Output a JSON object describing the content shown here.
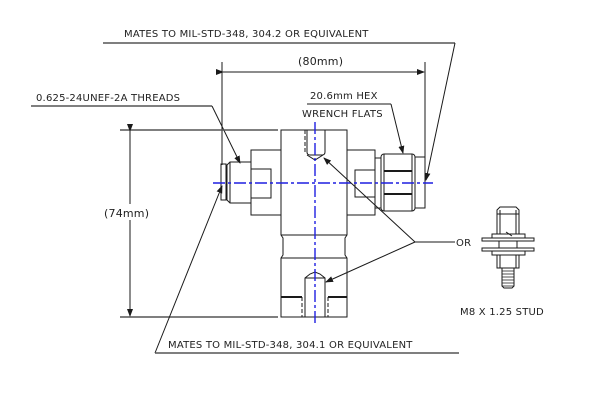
{
  "drawing": {
    "callouts": {
      "top_mating": "MATES TO MIL-STD-348, 304.2 OR EQUIVALENT",
      "bottom_mating": "MATES TO MIL-STD-348, 304.1 OR EQUIVALENT",
      "threads": "0.625-24UNEF-2A THREADS",
      "hex_line1": "20.6mm HEX",
      "hex_line2": "WRENCH FLATS",
      "or_label": "OR",
      "stud": "M8 X 1.25 STUD"
    },
    "dimensions": {
      "width": "(80mm)",
      "height": "(74mm)"
    },
    "colors": {
      "centerline": "#1f1fe0",
      "linework": "#1a1a1a"
    }
  }
}
